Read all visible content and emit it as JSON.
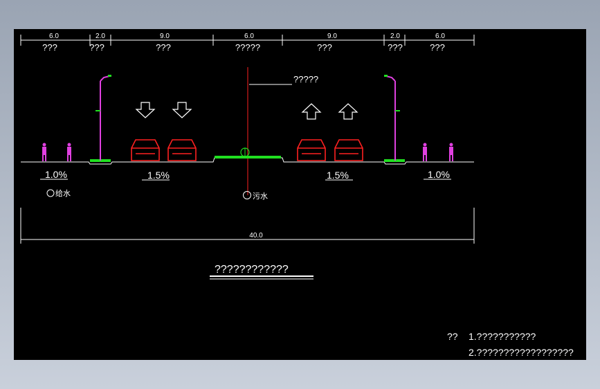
{
  "top_dims": [
    {
      "value": "6.0",
      "label": "???"
    },
    {
      "value": "2.0",
      "label": "???"
    },
    {
      "value": "9.0",
      "label": "???"
    },
    {
      "value": "6.0",
      "label": "?????"
    },
    {
      "value": "9.0",
      "label": "???"
    },
    {
      "value": "2.0",
      "label": "???"
    },
    {
      "value": "6.0",
      "label": "???"
    }
  ],
  "centerline_label": "?????",
  "slopes": {
    "left_walk": "1.0%",
    "left_road": "1.5%",
    "right_road": "1.5%",
    "right_walk": "1.0%"
  },
  "pipes": {
    "water": "给水",
    "sewage": "污水"
  },
  "total_width": "40.0",
  "drawing_title": "????????????",
  "notes": {
    "heading": "??",
    "line1": "1.???????????",
    "line2": "2.??????????????????"
  },
  "colors": {
    "canvas": "#000000",
    "car": "#ff2020",
    "pedestrian": "#e040e0",
    "lamp": "#e040e0",
    "green": "#20e020",
    "centerline": "#ff2020"
  }
}
